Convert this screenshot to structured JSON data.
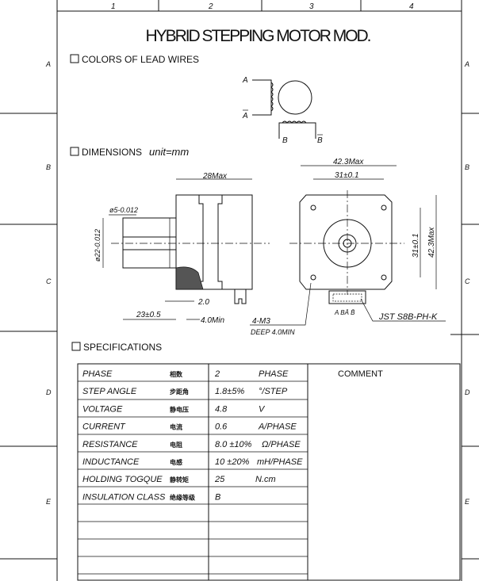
{
  "title": "HYBRID STEPPING MOTOR MOD.",
  "grid": {
    "columns": [
      "1",
      "2",
      "3",
      "4"
    ],
    "rows": [
      "A",
      "B",
      "C",
      "D",
      "E"
    ]
  },
  "sections": {
    "lead_wires": "COLORS OF LEAD WIRES",
    "dimensions": "DIMENSIONS",
    "unit": "unit=mm",
    "specifications": "SPECIFICATIONS"
  },
  "wiring": {
    "a": "A",
    "a_bar": "A",
    "b": "B",
    "b_bar": "B"
  },
  "dims": {
    "len": "28Max",
    "shaft_dia": "ø5-0.012",
    "boss_dia": "ø22-0.012",
    "shaft_len": "23±0.5",
    "boss_h": "2.0",
    "min": "4.0Min",
    "width": "42.3Max",
    "hole_pitch": "31±0.1",
    "hole_pitch_v": "31±0.1",
    "height": "42.3Max",
    "screw": "4-M3",
    "depth": "DEEP 4.0MIN",
    "connector": "JST S8B-PH-K",
    "pins": "A BĀ B̄"
  },
  "table": {
    "comment_header": "COMMENT",
    "rows": [
      {
        "name": "PHASE",
        "cn": "相数",
        "value": "2",
        "unit": "PHASE"
      },
      {
        "name": "STEP ANGLE",
        "cn": "步距角",
        "value": "1.8±5%",
        "unit": "°/STEP"
      },
      {
        "name": "VOLTAGE",
        "cn": "静电压",
        "value": "4.8",
        "unit": "V"
      },
      {
        "name": "CURRENT",
        "cn": "电流",
        "value": "0.6",
        "unit": "A/PHASE"
      },
      {
        "name": "RESISTANCE",
        "cn": "电阻",
        "value": "8.0  ±10%",
        "unit": "Ω/PHASE"
      },
      {
        "name": "INDUCTANCE",
        "cn": "电感",
        "value": "10  ±20%",
        "unit": "mH/PHASE"
      },
      {
        "name": "HOLDING TOGQUE",
        "cn": "静转矩",
        "value": "25",
        "unit": "N.cm"
      },
      {
        "name": "INSULATION CLASS",
        "cn": "绝缘等级",
        "value": "B",
        "unit": ""
      }
    ]
  }
}
